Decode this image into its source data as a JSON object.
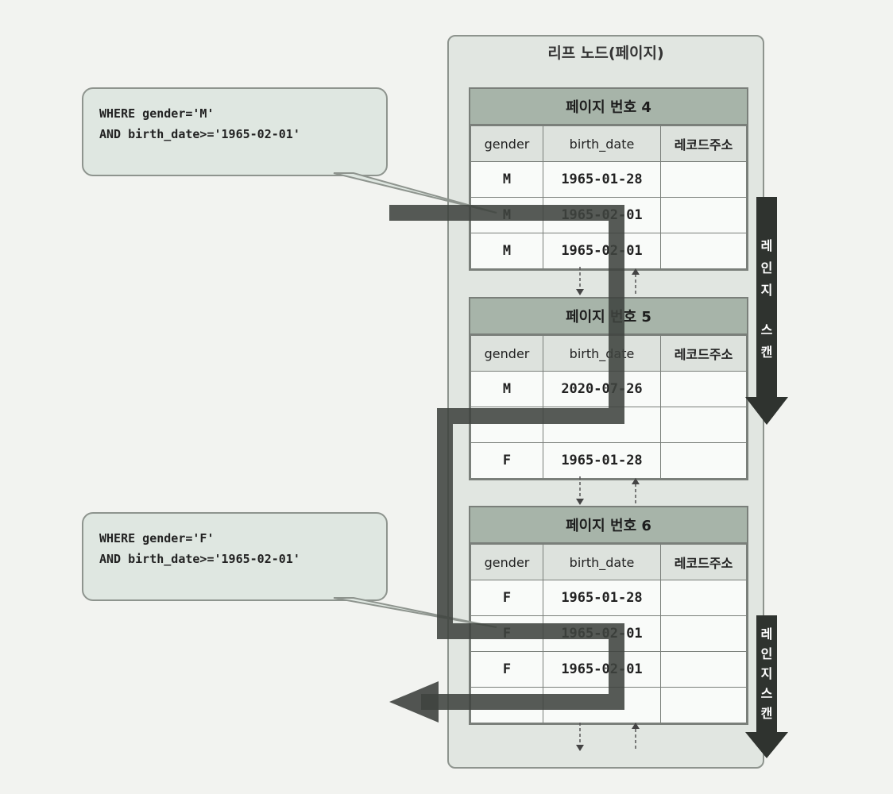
{
  "leaf_node": {
    "title": "리프 노드(페이지)"
  },
  "columns": [
    "gender",
    "birth_date",
    "레코드주소"
  ],
  "pages": [
    {
      "title": "페이지 번호 4",
      "rows": [
        [
          "M",
          "1965-01-28",
          ""
        ],
        [
          "M",
          "1965-02-01",
          ""
        ],
        [
          "M",
          "1965-02-01",
          ""
        ]
      ]
    },
    {
      "title": "페이지 번호 5",
      "rows": [
        [
          "M",
          "2020-07-26",
          ""
        ],
        [
          "",
          "",
          " "
        ],
        [
          "F",
          "1965-01-28",
          ""
        ]
      ]
    },
    {
      "title": "페이지 번호 6",
      "rows": [
        [
          "F",
          "1965-01-28",
          ""
        ],
        [
          "F",
          "1965-02-01",
          ""
        ],
        [
          "F",
          "1965-02-01",
          ""
        ],
        [
          "",
          "",
          ""
        ]
      ]
    }
  ],
  "queries": [
    {
      "line1": "WHERE gender='M'",
      "line2": "AND birth_date>='1965-02-01'"
    },
    {
      "line1": "WHERE gender='F'",
      "line2": "AND birth_date>='1965-02-01'"
    }
  ],
  "range_scan_label": "레인지 스캔",
  "range_scan_chars": [
    "레",
    "인",
    "지",
    "스",
    "캔"
  ],
  "colors": {
    "scan_path": "#3f433f",
    "scan_arrow": "#2f332f",
    "page_header": "#a7b4a9",
    "leaf_bg": "#e1e6e1"
  }
}
